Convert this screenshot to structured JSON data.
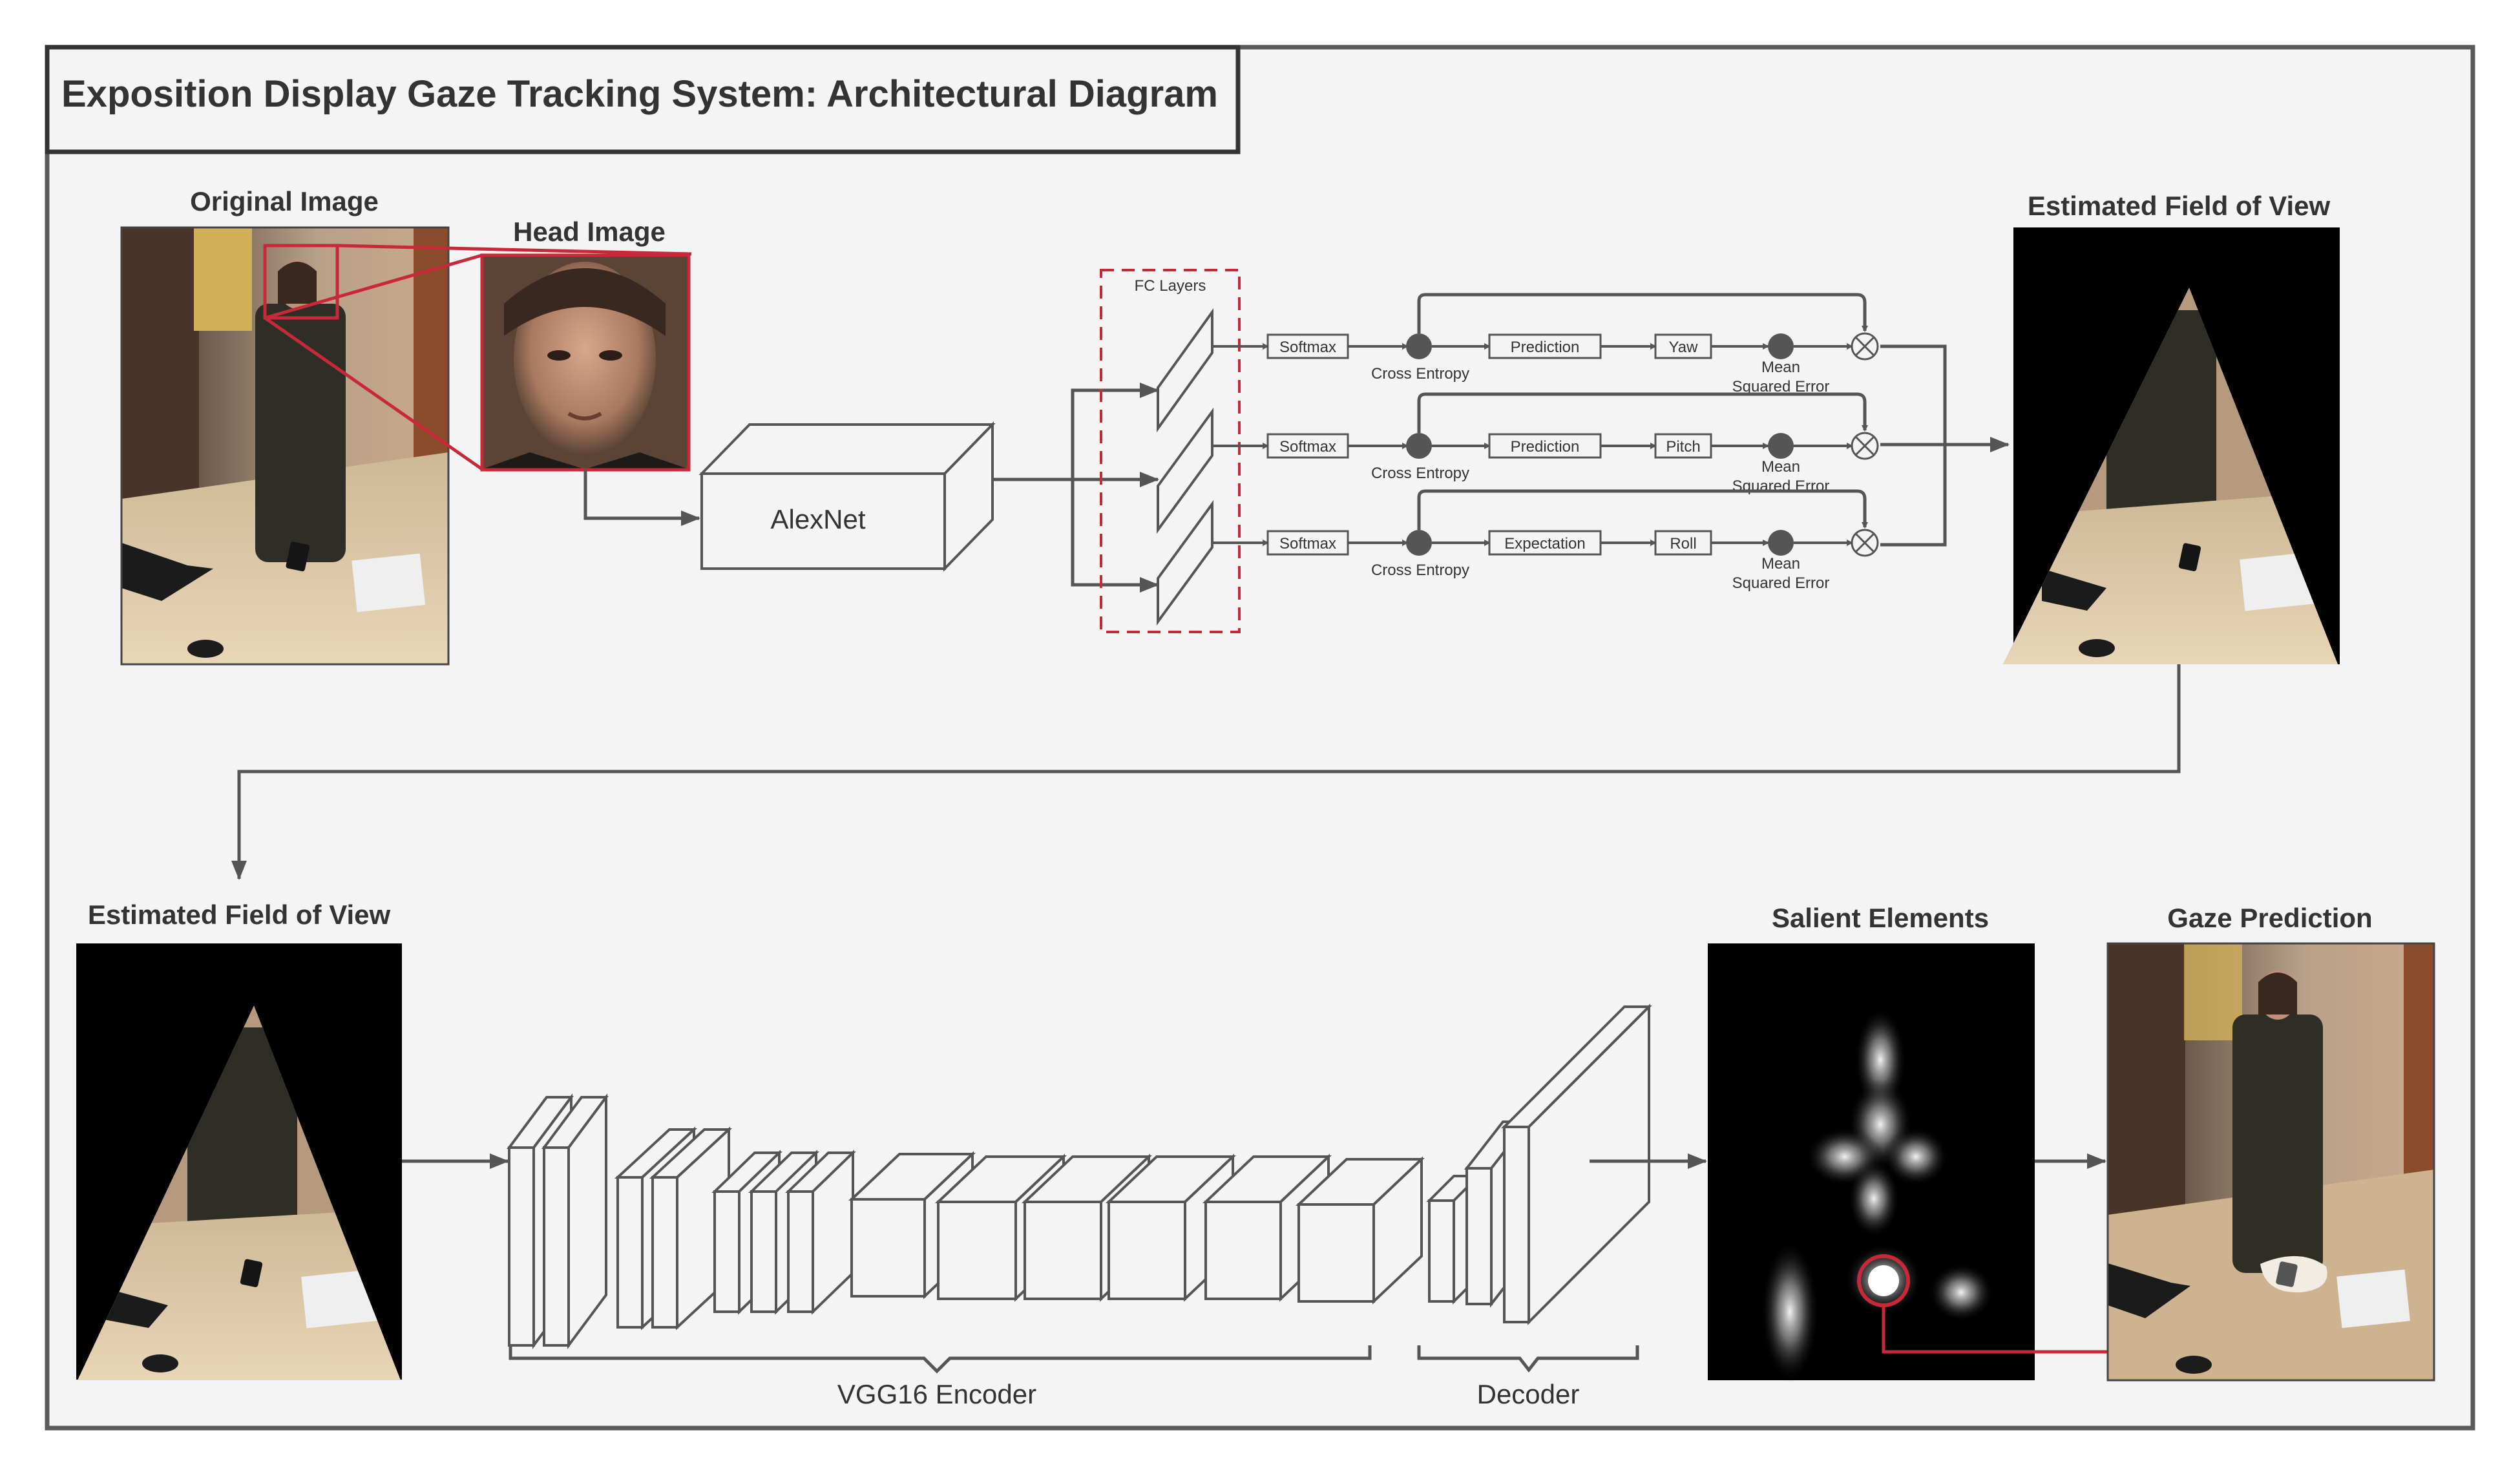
{
  "title": "Exposition Display Gaze Tracking System: Architectural Diagram",
  "top_row": {
    "original_image_label": "Original Image",
    "head_image_label": "Head Image",
    "alexnet_label": "AlexNet",
    "fc_layers_label": "FC Layers",
    "estimated_fov_label": "Estimated Field of View",
    "branches": [
      {
        "softmax": "Softmax",
        "loss1": "Cross Entropy",
        "stage": "Prediction",
        "angle": "Yaw",
        "loss2_line1": "Mean",
        "loss2_line2": "Squared Error"
      },
      {
        "softmax": "Softmax",
        "loss1": "Cross Entropy",
        "stage": "Prediction",
        "angle": "Pitch",
        "loss2_line1": "Mean",
        "loss2_line2": "Squared Error"
      },
      {
        "softmax": "Softmax",
        "loss1": "Cross Entropy",
        "stage": "Expectation",
        "angle": "Roll",
        "loss2_line1": "Mean",
        "loss2_line2": "Squared Error"
      }
    ]
  },
  "bottom_row": {
    "estimated_fov_label": "Estimated Field of View",
    "encoder_label": "VGG16 Encoder",
    "decoder_label": "Decoder",
    "salient_label": "Salient Elements",
    "gaze_label": "Gaze Prediction"
  },
  "colors": {
    "accent": "#c8293a",
    "line": "#555555",
    "frame": "#5a5a5a",
    "panel": "#f4f4f4"
  }
}
